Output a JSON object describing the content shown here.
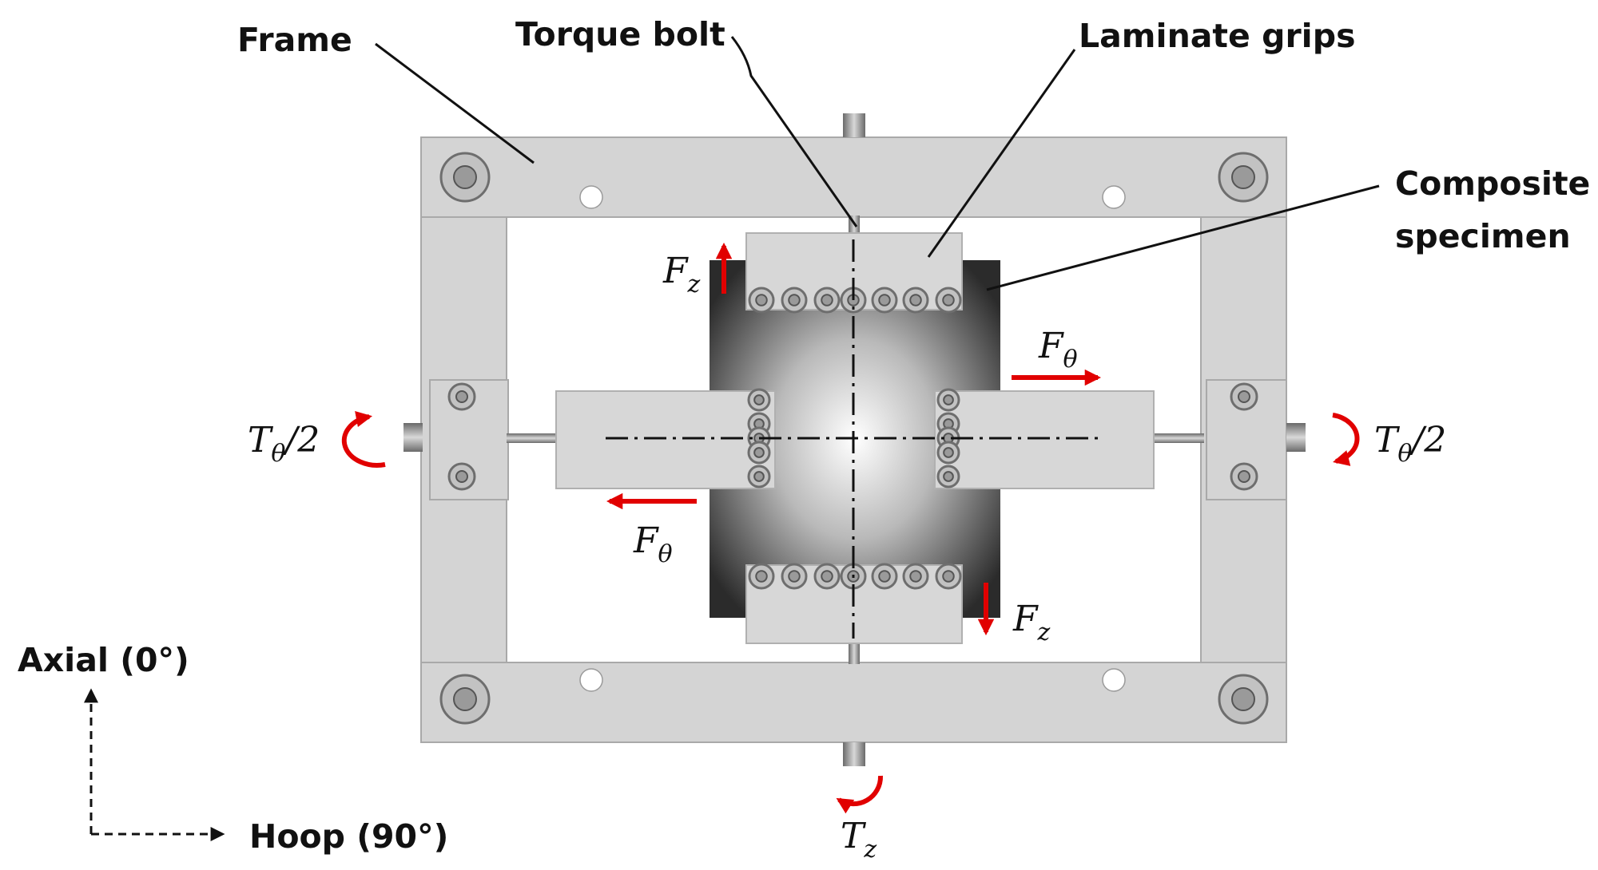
{
  "labels": {
    "frame": "Frame",
    "torque_bolt": "Torque bolt",
    "laminate_grips": "Laminate grips",
    "composite_line1": "Composite",
    "composite_line2": "specimen",
    "axial": "Axial (0°)",
    "hoop": "Hoop (90°)"
  },
  "math": {
    "F": "F",
    "T": "T",
    "z": "z",
    "theta": "θ",
    "half": "/2"
  },
  "colors": {
    "load_arrow": "#e10000",
    "frame_plate": "#d4d4d4",
    "specimen_dark": "#2e2e2e"
  }
}
